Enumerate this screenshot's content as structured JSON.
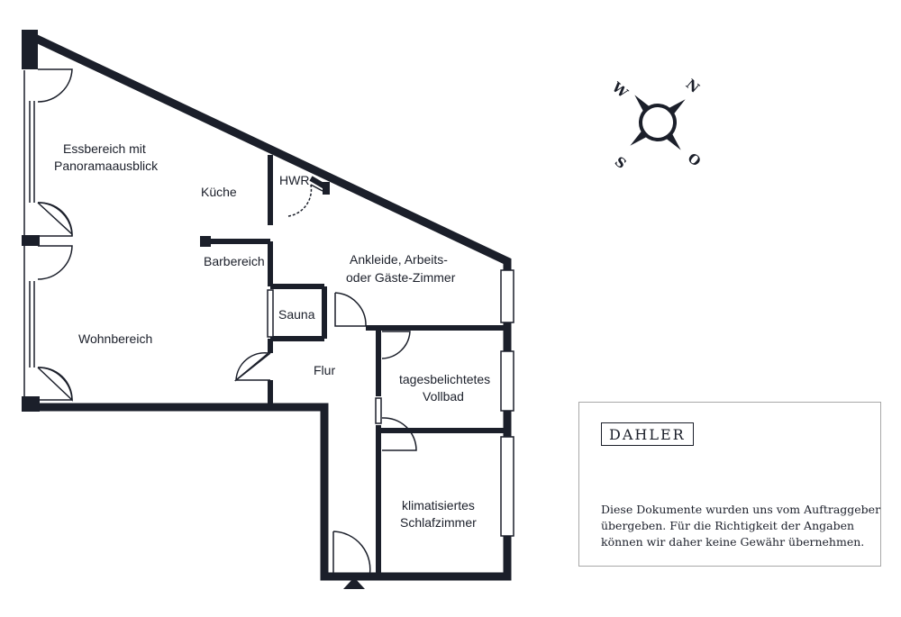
{
  "rooms": {
    "essbereich": [
      "Essbereich mit",
      "Panoramaausblick"
    ],
    "kueche": "Küche",
    "hwr": "HWR",
    "barbereich": "Barbereich",
    "ankleide": [
      "Ankleide, Arbeits-",
      "oder Gäste-Zimmer"
    ],
    "sauna": "Sauna",
    "wohnbereich": "Wohnbereich",
    "flur": "Flur",
    "vollbad": [
      "tagesbelichtetes",
      "Vollbad"
    ],
    "schlafzimmer": [
      "klimatisiertes",
      "Schlafzimmer"
    ]
  },
  "compass": {
    "north": "N",
    "east": "O",
    "south": "S",
    "west": "W"
  },
  "info": {
    "logo": "DAHLER",
    "disclaimer": [
      "Diese Dokumente wurden uns vom Auftraggeber",
      "übergeben. Für die Richtigkeit der Angaben",
      "können wir daher keine Gewähr übernehmen."
    ]
  },
  "colors": {
    "wall": "#1b1f2a",
    "background": "#ffffff"
  }
}
